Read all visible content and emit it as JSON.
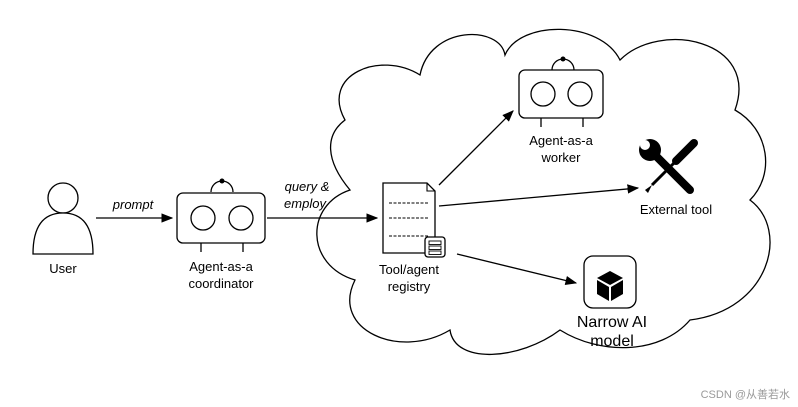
{
  "nodes": {
    "user": {
      "label": "User"
    },
    "coordinator": {
      "label_line1": "Agent-as-a",
      "label_line2": "coordinator"
    },
    "registry": {
      "label_line1": "Tool/agent",
      "label_line2": "registry"
    },
    "worker": {
      "label_line1": "Agent-as-a",
      "label_line2": "worker"
    },
    "external_tool": {
      "label": "External tool"
    },
    "narrow_ai": {
      "label_line1": "Narrow AI",
      "label_line2": "model"
    }
  },
  "edges": {
    "prompt": {
      "label": "prompt"
    },
    "query_employ": {
      "label_line1": "query &",
      "label_line2": "employ"
    }
  },
  "watermark": "CSDN @从善若水",
  "colors": {
    "stroke": "#000000",
    "background": "#ffffff",
    "watermark": "#9a9a9a"
  },
  "icons": [
    "user-icon",
    "robot-icon",
    "document-icon",
    "database-icon",
    "tools-icon",
    "cube-icon",
    "cloud-shape"
  ]
}
